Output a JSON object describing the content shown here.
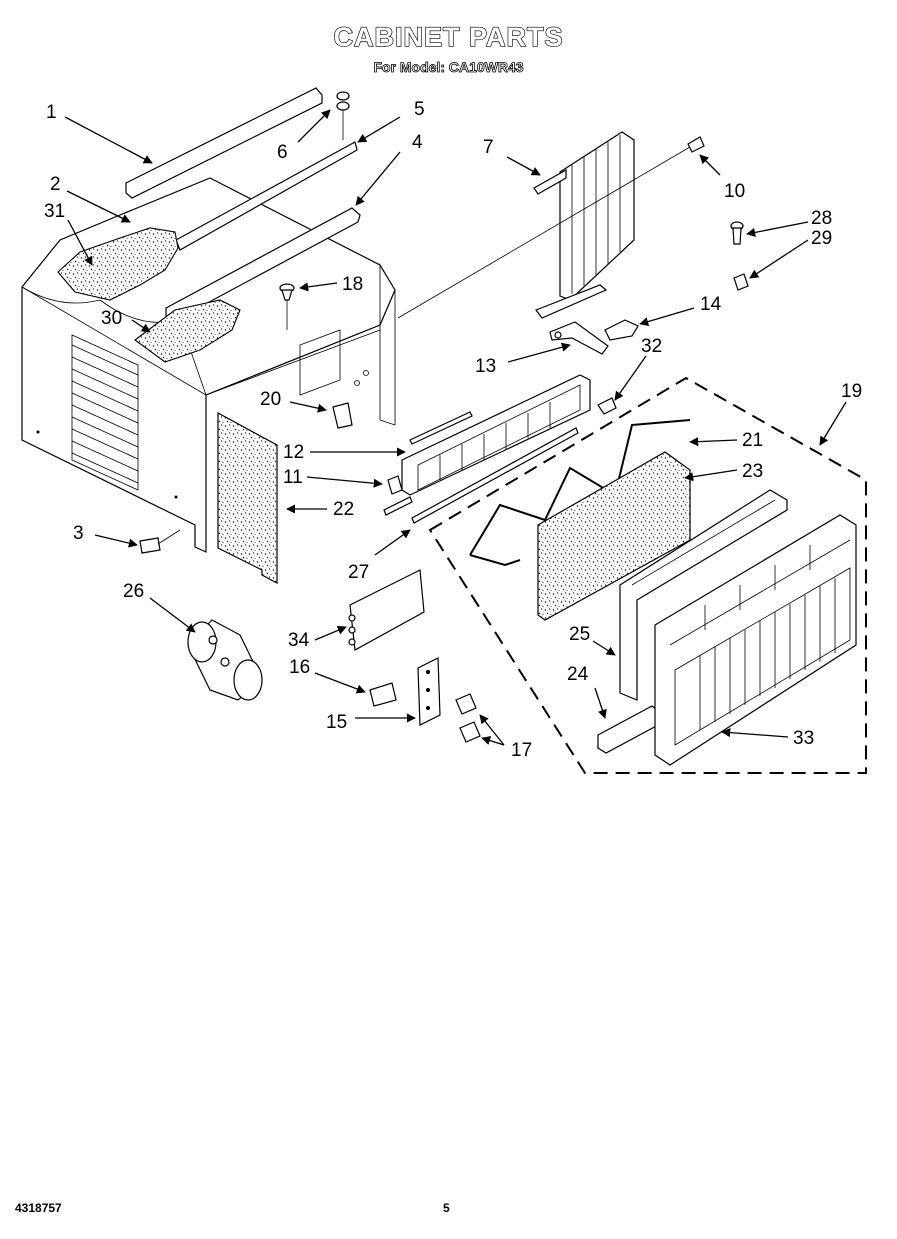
{
  "header": {
    "title": "CABINET PARTS",
    "subtitle": "For Model: CA10WR43"
  },
  "footer": {
    "doc_code": "4318757",
    "page_number": "5"
  },
  "callouts": [
    "1",
    "2",
    "3",
    "4",
    "5",
    "6",
    "7",
    "10",
    "11",
    "12",
    "13",
    "14",
    "15",
    "16",
    "17",
    "18",
    "19",
    "20",
    "21",
    "22",
    "23",
    "24",
    "25",
    "26",
    "27",
    "28",
    "29",
    "30",
    "31",
    "32",
    "33",
    "34"
  ]
}
